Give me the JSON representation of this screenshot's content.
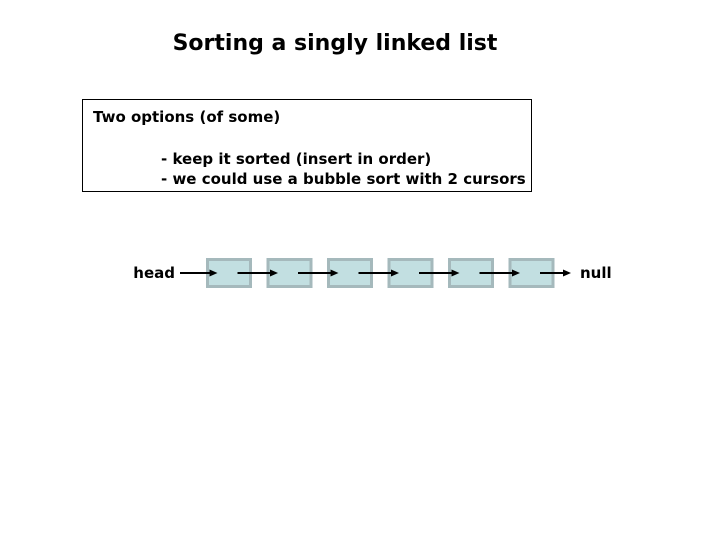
{
  "title": "Sorting a singly linked list",
  "options": {
    "heading": "Two options (of some)",
    "bullets": [
      "- keep it sorted (insert in order)",
      "- we could use a bubble sort with 2 cursors"
    ]
  },
  "diagram": {
    "head_label": "head",
    "null_label": "null",
    "node_count": 6,
    "node_fill": "#c2dfe1",
    "node_border": "#a5b9bc",
    "arrow_color": "#000000"
  }
}
